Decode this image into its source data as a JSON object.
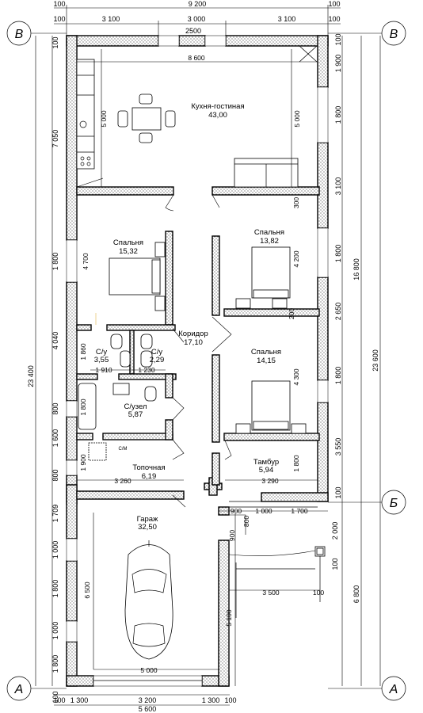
{
  "axes": {
    "top_left": "В",
    "top_right": "В",
    "mid_right": "Б",
    "bottom_left": "А",
    "bottom_right": "А"
  },
  "dims_top": {
    "total": "9 200",
    "edge_left": "100",
    "edge_right": "100",
    "seg1": "3 100",
    "seg2": "3 000",
    "seg3": "3 100",
    "edge_left2": "100",
    "edge_right2": "100",
    "opening": "2500"
  },
  "dims_bottom": {
    "edge_left": "100",
    "edge_right": "100",
    "seg1": "1 300",
    "seg2": "3 200",
    "seg3": "1 300",
    "total": "5 600"
  },
  "dims_left": {
    "top_edge": "100",
    "s1": "7 050",
    "s2": "1 800",
    "s3": "4 040",
    "s4": "800",
    "s5": "1 600",
    "s6": "800",
    "s7": "1 709",
    "s8": "1 000",
    "s9": "1 800",
    "s10": "1 000",
    "s11": "1 800",
    "bottom_edge": "100",
    "total": "23 400"
  },
  "dims_right": {
    "top_edge": "100",
    "r1": "1 900",
    "r2": "1 800",
    "r3": "3 100",
    "r4": "1 800",
    "r5": "2 650",
    "r6": "1 800",
    "r7": "3 550",
    "r8": "100",
    "r9": "2 000",
    "r10": "100",
    "total_upper": "16 800",
    "total_all": "23 600",
    "total_lower": "6 800"
  },
  "dims_inner": {
    "kitchen_width": "8 600",
    "kitchen_left": "5 000",
    "kitchen_right": "5 000",
    "bed1_height": "4 700",
    "bed2_height": "4 200",
    "bed3_height": "4 300",
    "wc1_height": "1 860",
    "wc_w1": "1 910",
    "wc_w2": "1 230",
    "bath_height": "1 800",
    "boiler_height": "1 900",
    "boiler_width": "3 260",
    "vestibule_width": "3 290",
    "vestibule_height": "1 800",
    "gap_300": "300",
    "gap_200": "200",
    "porch_900a": "900",
    "porch_900b": "900",
    "porch_800": "800",
    "porch_1000": "1 000",
    "porch_1700": "1 700",
    "porch_3500": "3 500",
    "porch_100": "100",
    "garage_height": "6 500",
    "garage_width": "5 000",
    "garage_right": "5 100"
  },
  "rooms": {
    "kitchen": {
      "name": "Кухня-гостиная",
      "area": "43,00"
    },
    "bedroom1": {
      "name": "Спальня",
      "area": "15,32"
    },
    "bedroom2": {
      "name": "Спальня",
      "area": "13,82"
    },
    "bedroom3": {
      "name": "Спальня",
      "area": "14,15"
    },
    "corridor": {
      "name": "Коридор",
      "area": "17,10"
    },
    "wc1": {
      "name": "С/у",
      "area": "3,55"
    },
    "wc2": {
      "name": "С/у",
      "area": "2,29"
    },
    "bathroom": {
      "name": "С/узел",
      "area": "5,87"
    },
    "boiler": {
      "name": "Топочная",
      "area": "6,19"
    },
    "vestibule": {
      "name": "Тамбур",
      "area": "5,94"
    },
    "garage": {
      "name": "Гараж",
      "area": "32,50"
    }
  },
  "boiler_tag": "С/М"
}
